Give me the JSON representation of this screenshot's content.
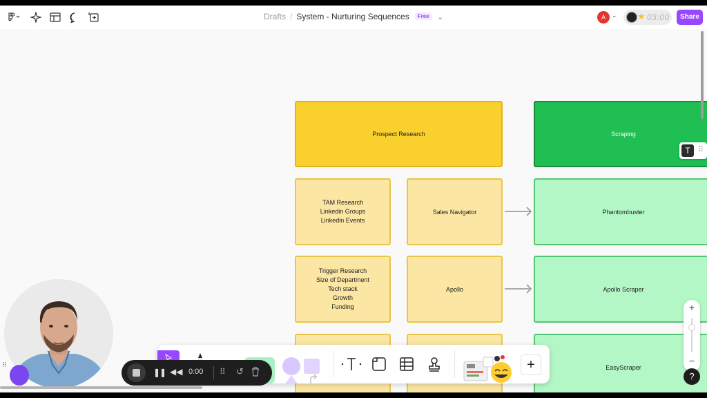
{
  "topbar": {
    "breadcrumb_root": "Drafts",
    "breadcrumb_sep": "/",
    "file_name": "System - Nurturing Sequences",
    "plan_badge": "Free",
    "avatar_initial": "A",
    "timer": "03:00",
    "share_label": "Share",
    "icons": [
      "figma-menu-icon",
      "ai-sparkle-icon",
      "layout-icon",
      "comment-icon",
      "add-frame-icon"
    ]
  },
  "canvas": {
    "cards": {
      "prospect_research": "Prospect Research",
      "scraping": "Scraping",
      "tam": [
        "TAM Research",
        "Linkedin Groups",
        "Linkedin Events"
      ],
      "sales_navigator": "Sales Navigator",
      "phantombuster": "Phantombuster",
      "trigger": [
        "Trigger Research",
        "Size of Department",
        "Tech stack",
        "Growth",
        "Funding"
      ],
      "apollo": "Apollo",
      "apollo_scraper": "Apollo Scraper",
      "easyscraper": "EasyScraper"
    }
  },
  "recording": {
    "time": "0:00"
  },
  "zoom": {
    "plus": "+",
    "minus": "−"
  },
  "help_label": "?",
  "toolbar": {
    "add_label": "+"
  },
  "colors": {
    "accent": "#9747ff",
    "yellow_header": "#f9d02d",
    "yellow_light": "#fbe6a4",
    "green_header": "#1fbf53",
    "green_light": "#b4f7c6"
  }
}
